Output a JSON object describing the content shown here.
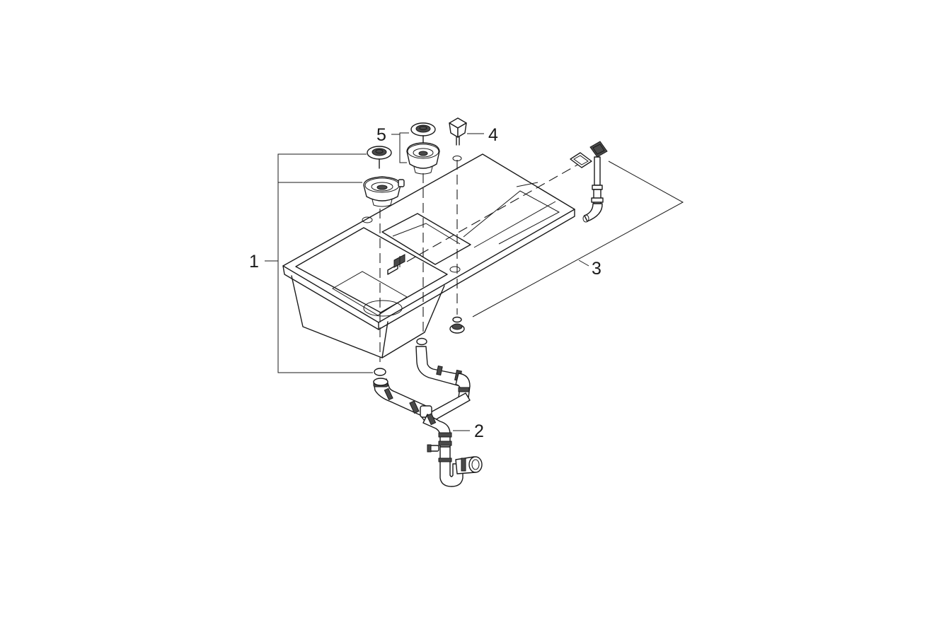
{
  "callouts": [
    {
      "id": "1",
      "text": "1"
    },
    {
      "id": "2",
      "text": "2"
    },
    {
      "id": "3",
      "text": "3"
    },
    {
      "id": "4",
      "text": "4"
    },
    {
      "id": "5",
      "text": "5"
    }
  ],
  "colors": {
    "line": "#1a1a1a",
    "background": "#ffffff",
    "fill_dark": "#4a4a4a"
  }
}
